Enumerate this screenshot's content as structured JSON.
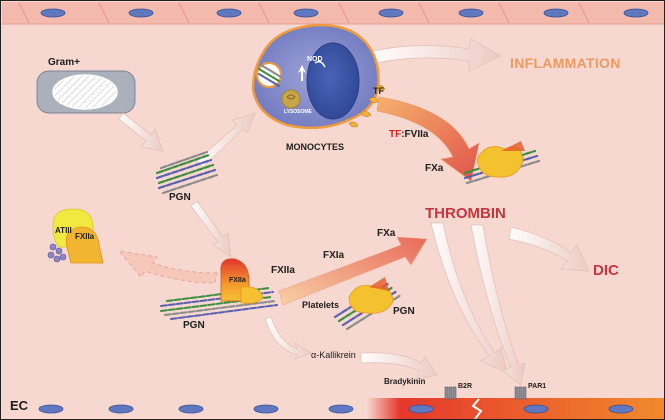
{
  "labels": {
    "gram_positive": "Gram+",
    "nod": "NOD",
    "lysosome": "LYSOSOME",
    "tf": "TF",
    "inflammation": "INFLAMMATION",
    "monocytes": "MONOCYTES",
    "tf_part": "TF",
    "fviia_part": ":FVIIa",
    "fxa_top": "FXa",
    "pgn_top": "PGN",
    "thrombin": "THROMBIN",
    "dic": "DIC",
    "atiii": "ATIII",
    "fxiia_left": "FXIIa",
    "fxiia_center": "FXIIa",
    "fxiia_arrow": "FXIIa",
    "fxia": "FXIa",
    "fxa_mid": "FXa",
    "platelets": "Platelets",
    "pgn_right": "PGN",
    "pgn_bottom": "PGN",
    "alpha_kallikrein": "α-Kallikrein",
    "bradykinin": "Bradykinin",
    "b2r": "B2R",
    "par1": "PAR1",
    "ec": "EC"
  },
  "colors": {
    "background": "#f6d8d0",
    "vessel_wall": "#f3b5a8",
    "accent_orange": "#ec9a62",
    "accent_red": "#c4373d",
    "monocyte": "#7f86c7",
    "nucleus": "#3f57a8"
  }
}
